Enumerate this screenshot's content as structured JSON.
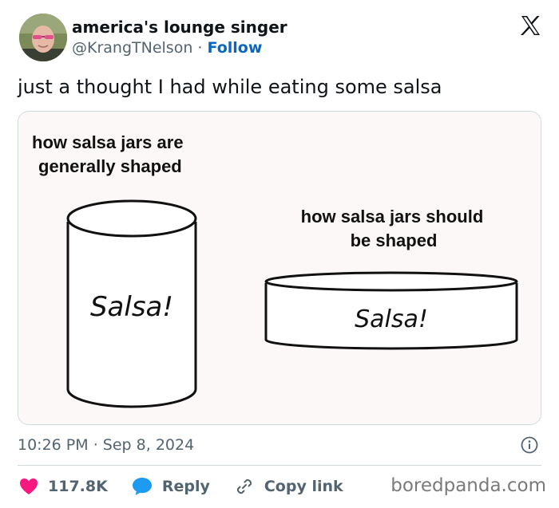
{
  "author": {
    "display_name": "america's lounge singer",
    "handle": "@KrangTNelson",
    "separator": "·",
    "follow_label": "Follow"
  },
  "header": {
    "logo_icon": "x-logo-icon"
  },
  "tweet": {
    "text": "just a thought I had while eating some salsa"
  },
  "meme": {
    "caption_left_line1": "how salsa jars are",
    "caption_left_line2": "generally shaped",
    "caption_right_line1": "how salsa jars should",
    "caption_right_line2": "be shaped",
    "jar_label_tall": "Salsa!",
    "jar_label_wide": "Salsa!"
  },
  "meta": {
    "time": "10:26 PM",
    "separator": "·",
    "date": "Sep 8, 2024",
    "info_icon": "info-icon"
  },
  "actions": {
    "like_count": "117.8K",
    "like_icon": "heart-icon",
    "reply_label": "Reply",
    "reply_icon": "speech-bubble-icon",
    "copy_label": "Copy link",
    "copy_icon": "link-icon"
  },
  "watermark": "boredpanda.com",
  "colors": {
    "like": "#f91880",
    "reply": "#1d9bf0",
    "follow": "#0a66c2",
    "muted_text": "#536471"
  }
}
